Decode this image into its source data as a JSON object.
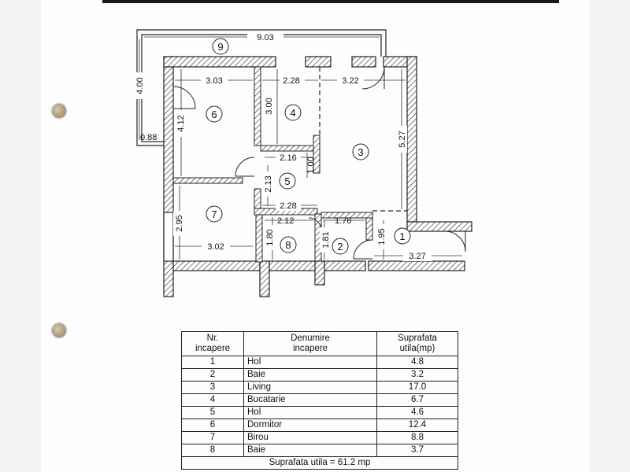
{
  "plan": {
    "dimensions": {
      "top_overall": "9.03",
      "balcony_height": "4.00",
      "balcony_depth": "0.88",
      "room6_width": "3.03",
      "room6_height": "4.12",
      "room4_width": "2.28",
      "room4_height": "3.00",
      "room3_width": "3.22",
      "room3_height": "5.27",
      "room5_top": "2.16",
      "room5_side": "1.00",
      "room5_height": "2.13",
      "room5_bottom": "2.28",
      "room8_top": "2.12",
      "room8_height": "1.80",
      "room2_top": "1.78",
      "room2_height": "1.81",
      "room1_height": "1.95",
      "room1_width": "3.27",
      "room7_height": "2.95",
      "room7_width": "3.02"
    },
    "room_markers": [
      "1",
      "2",
      "3",
      "4",
      "5",
      "6",
      "7",
      "8",
      "9"
    ]
  },
  "table": {
    "headers": {
      "nr": "Nr.\nincapere",
      "name": "Denumire\nincapere",
      "area": "Suprafata\nutila(mp)"
    },
    "rows": [
      {
        "nr": "1",
        "name": "Hol",
        "area": "4.8"
      },
      {
        "nr": "2",
        "name": "Baie",
        "area": "3.2"
      },
      {
        "nr": "3",
        "name": "Living",
        "area": "17.0"
      },
      {
        "nr": "4",
        "name": "Bucatarie",
        "area": "6.7"
      },
      {
        "nr": "5",
        "name": "Hol",
        "area": "4.6"
      },
      {
        "nr": "6",
        "name": "Dormitor",
        "area": "12.4"
      },
      {
        "nr": "7",
        "name": "Birou",
        "area": "8.8"
      },
      {
        "nr": "8",
        "name": "Baie",
        "area": "3.7"
      }
    ],
    "total": "Suprafata utila = 61.2 mp"
  }
}
